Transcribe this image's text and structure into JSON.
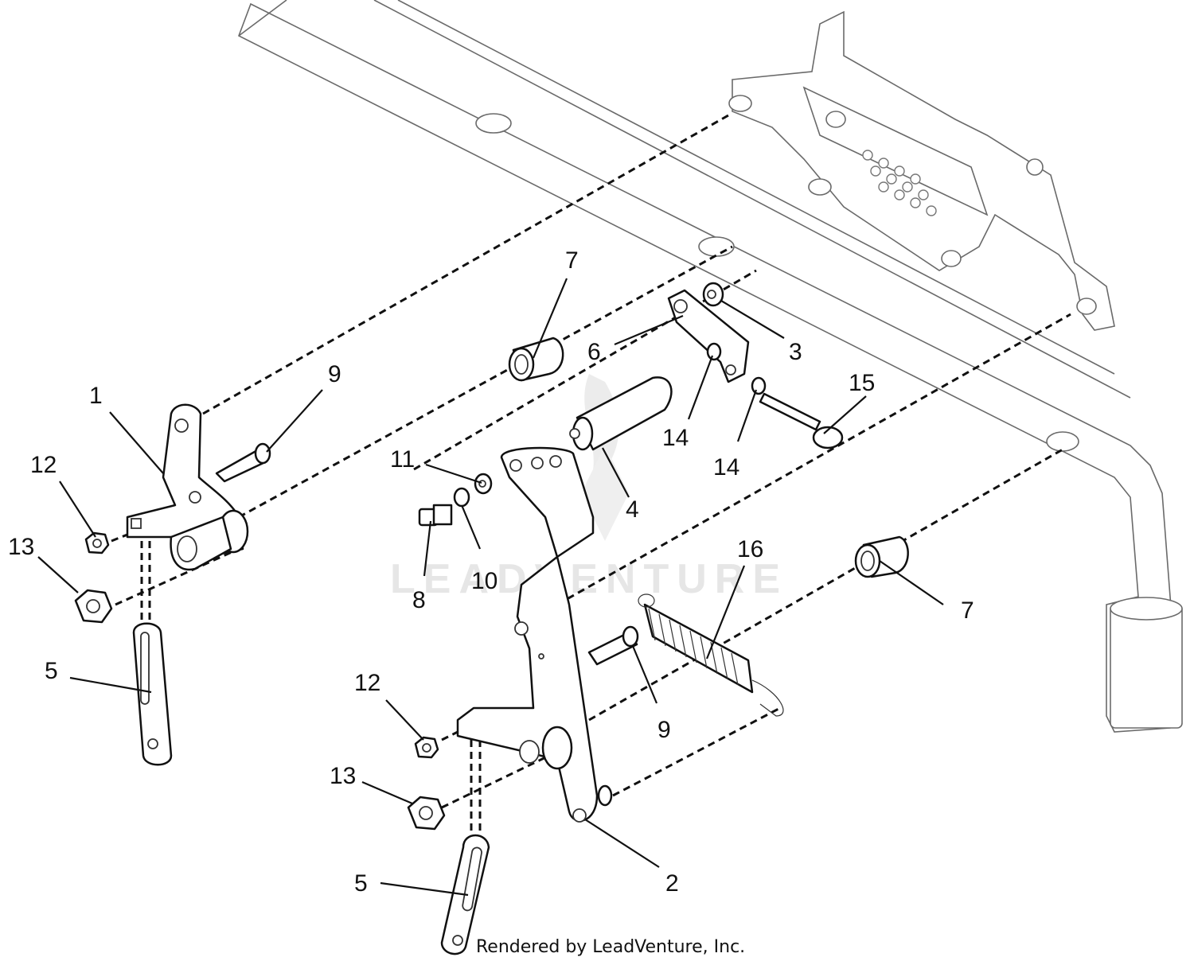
{
  "watermark": "LEADVENTURE",
  "credit": "Rendered by LeadVenture, Inc.",
  "callouts": [
    {
      "id": "c1",
      "label": "1"
    },
    {
      "id": "c2",
      "label": "2"
    },
    {
      "id": "c3",
      "label": "3"
    },
    {
      "id": "c4",
      "label": "4"
    },
    {
      "id": "c5a",
      "label": "5"
    },
    {
      "id": "c5b",
      "label": "5"
    },
    {
      "id": "c6",
      "label": "6"
    },
    {
      "id": "c7a",
      "label": "7"
    },
    {
      "id": "c7b",
      "label": "7"
    },
    {
      "id": "c8",
      "label": "8"
    },
    {
      "id": "c9a",
      "label": "9"
    },
    {
      "id": "c9b",
      "label": "9"
    },
    {
      "id": "c10",
      "label": "10"
    },
    {
      "id": "c11",
      "label": "11"
    },
    {
      "id": "c12a",
      "label": "12"
    },
    {
      "id": "c12b",
      "label": "12"
    },
    {
      "id": "c13a",
      "label": "13"
    },
    {
      "id": "c13b",
      "label": "13"
    },
    {
      "id": "c14a",
      "label": "14"
    },
    {
      "id": "c14b",
      "label": "14"
    },
    {
      "id": "c15",
      "label": "15"
    },
    {
      "id": "c16",
      "label": "16"
    }
  ]
}
